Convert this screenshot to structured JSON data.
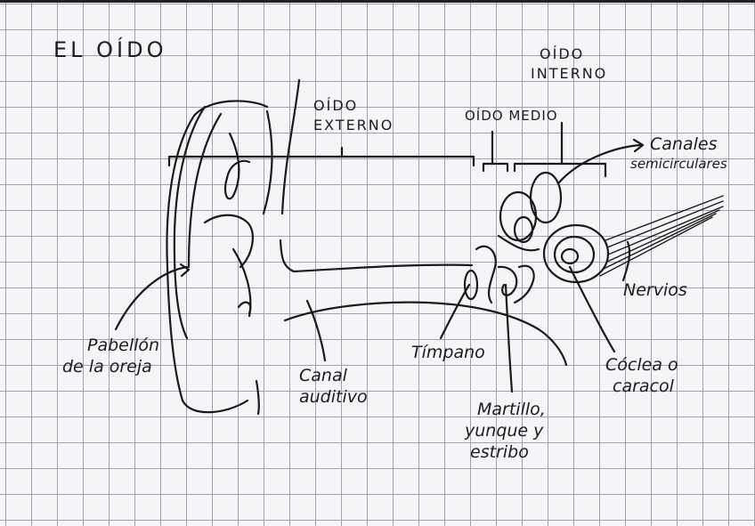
{
  "title": "EL OÍDO",
  "sections": {
    "outer": {
      "line1": "OÍDO",
      "line2": "EXTERNO"
    },
    "middle": {
      "line1": "OÍDO MEDIO"
    },
    "inner": {
      "line1": "OÍDO",
      "line2": "INTERNO"
    }
  },
  "labels": {
    "pinna": {
      "line1": "Pabellón",
      "line2": "de la oreja"
    },
    "canal": {
      "line1": "Canal",
      "line2": "auditivo"
    },
    "eardrum": {
      "line1": "Tímpano"
    },
    "ossicles": {
      "line1": "Martillo,",
      "line2": "yunque y",
      "line3": "estribo"
    },
    "cochlea": {
      "line1": "Cóclea o",
      "line2": "caracol"
    },
    "nerves": {
      "line1": "Nervios"
    },
    "canals": {
      "line1": "Canales",
      "line2": "semicirculares"
    }
  }
}
